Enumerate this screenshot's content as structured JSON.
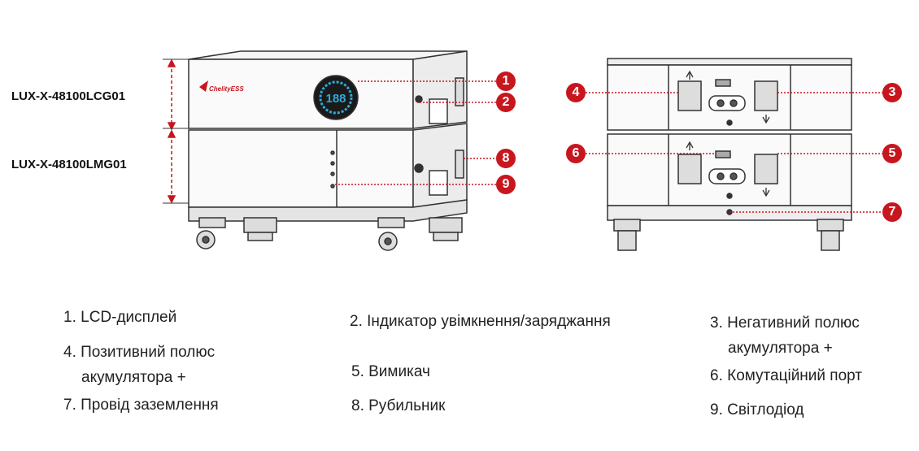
{
  "models": {
    "top": "LUX-X-48100LCG01",
    "bottom": "LUX-X-48100LMG01"
  },
  "brand": {
    "logo_text": "ChelityESS"
  },
  "display": {
    "value": "188"
  },
  "callouts": [
    "1",
    "2",
    "3",
    "4",
    "5",
    "6",
    "7",
    "8",
    "9"
  ],
  "legend": {
    "item1": "1. LCD-дисплей",
    "item2": "2. Індикатор увімкнення/заряджання",
    "item3_line1": "3. Негативний полюс",
    "item3_line2": "акумулятора +",
    "item4_line1": "4. Позитивний полюс",
    "item4_line2": "акумулятора +",
    "item5": "5. Вимикач",
    "item6": "6. Комутаційний порт",
    "item7": "7. Провід заземлення",
    "item8": "8. Рубильник",
    "item9": "9. Світлодіод"
  },
  "colors": {
    "accent": "#c8161e",
    "outline": "#333333",
    "display_ring": "#2fa9d8"
  }
}
